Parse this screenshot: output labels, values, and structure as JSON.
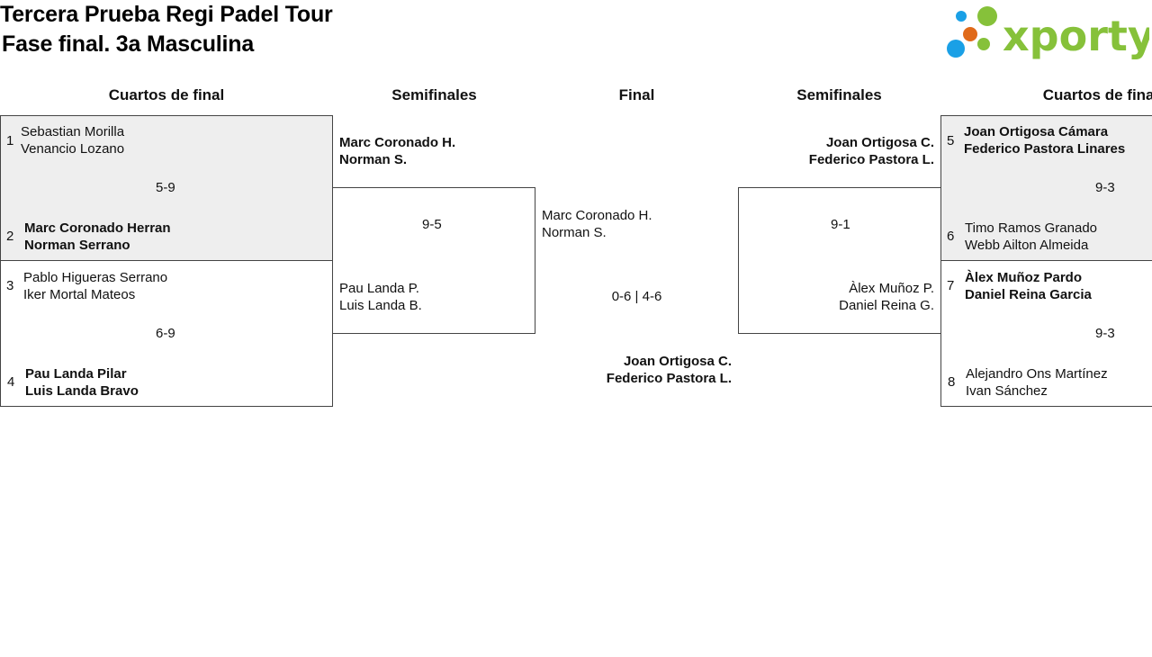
{
  "header": {
    "title_line1": "Tercera Prueba Regi Padel Tour",
    "title_line2": "Fase final. 3a Masculina",
    "logo_text": "xporty",
    "logo_colors": [
      "#1aa0e6",
      "#e06a1a",
      "#86c13a"
    ]
  },
  "rounds": {
    "left_quarters": "Cuartos de final",
    "left_semis": "Semifinales",
    "final": "Final",
    "right_semis": "Semifinales",
    "right_quarters": "Cuartos de final"
  },
  "quarters_left": [
    {
      "top": {
        "seed": "1",
        "p1": "Sebastian Morilla",
        "p2": "Venancio Lozano"
      },
      "score": "5-9",
      "bottom": {
        "seed": "2",
        "p1": "Marc Coronado Herran",
        "p2": "Norman Serrano"
      }
    },
    {
      "top": {
        "seed": "3",
        "p1": "Pablo Higueras Serrano",
        "p2": "Iker Mortal Mateos"
      },
      "score": "6-9",
      "bottom": {
        "seed": "4",
        "p1": "Pau Landa Pilar",
        "p2": "Luis Landa Bravo"
      }
    }
  ],
  "semis_left": {
    "top": {
      "p1": "Marc Coronado H.",
      "p2": "Norman S."
    },
    "score": "9-5",
    "bottom": {
      "p1": "Pau Landa P.",
      "p2": "Luis Landa B."
    }
  },
  "final": {
    "top": {
      "p1": "Marc Coronado H.",
      "p2": "Norman S."
    },
    "score": "0-6 | 4-6",
    "bottom": {
      "p1": "Joan Ortigosa C.",
      "p2": "Federico Pastora L."
    }
  },
  "semis_right": {
    "top": {
      "p1": "Joan Ortigosa C.",
      "p2": "Federico Pastora L."
    },
    "score": "9-1",
    "bottom": {
      "p1": "Àlex Muñoz P.",
      "p2": "Daniel Reina G."
    }
  },
  "quarters_right": [
    {
      "top": {
        "seed": "5",
        "p1": "Joan Ortigosa Cámara",
        "p2": "Federico Pastora Linares"
      },
      "score": "9-3",
      "bottom": {
        "seed": "6",
        "p1": "Timo Ramos Granado",
        "p2": "Webb Ailton Almeida"
      }
    },
    {
      "top": {
        "seed": "7",
        "p1": "Àlex Muñoz Pardo",
        "p2": "Daniel Reina Garcia"
      },
      "score": "9-3",
      "bottom": {
        "seed": "8",
        "p1": "Alejandro Ons Martínez",
        "p2": "Ivan Sánchez"
      }
    }
  ]
}
